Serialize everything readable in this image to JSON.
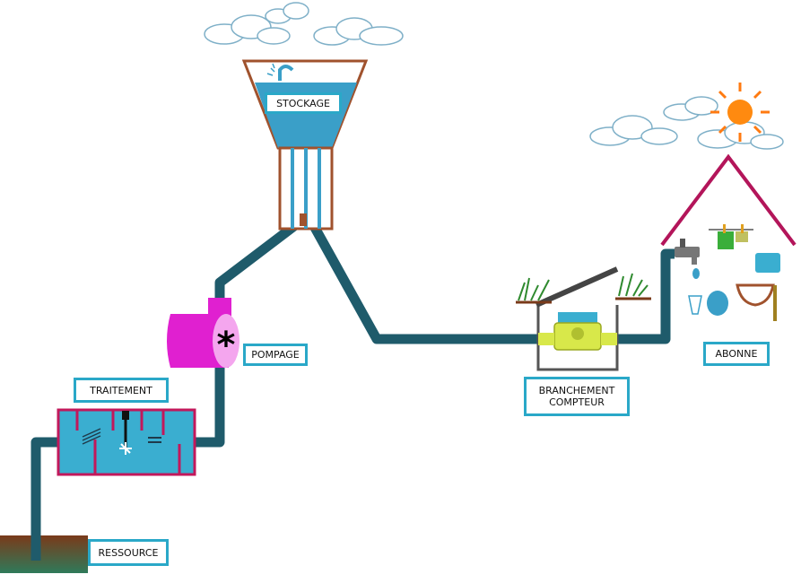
{
  "labels": {
    "stockage": "STOCKAGE",
    "pompage": "POMPAGE",
    "traitement": "TRAITEMENT",
    "ressource": "RESSOURCE",
    "branchement": "BRANCHEMENT\nCOMPTEUR",
    "abonne": "ABONNE"
  },
  "colors": {
    "pipe": "#1f5b6b",
    "water": "#3a9fc8",
    "tank_outline": "#a0522d",
    "treatment_fill": "#3aaed0",
    "treatment_outline": "#c2185b",
    "pump": "#e020d0",
    "pump_face": "#f4a6ee",
    "house_roof": "#b3155a",
    "label_border": "#2aa8c8",
    "sun": "#ff7a10",
    "meter": "#d8e84a",
    "meter_cap": "#3aaed0",
    "ground": "#7a3a1a"
  },
  "icons": [
    "cloud-icon",
    "sun-icon",
    "faucet-icon",
    "asterisk-icon",
    "clothesline-icon",
    "sink-icon",
    "grass-icon"
  ]
}
